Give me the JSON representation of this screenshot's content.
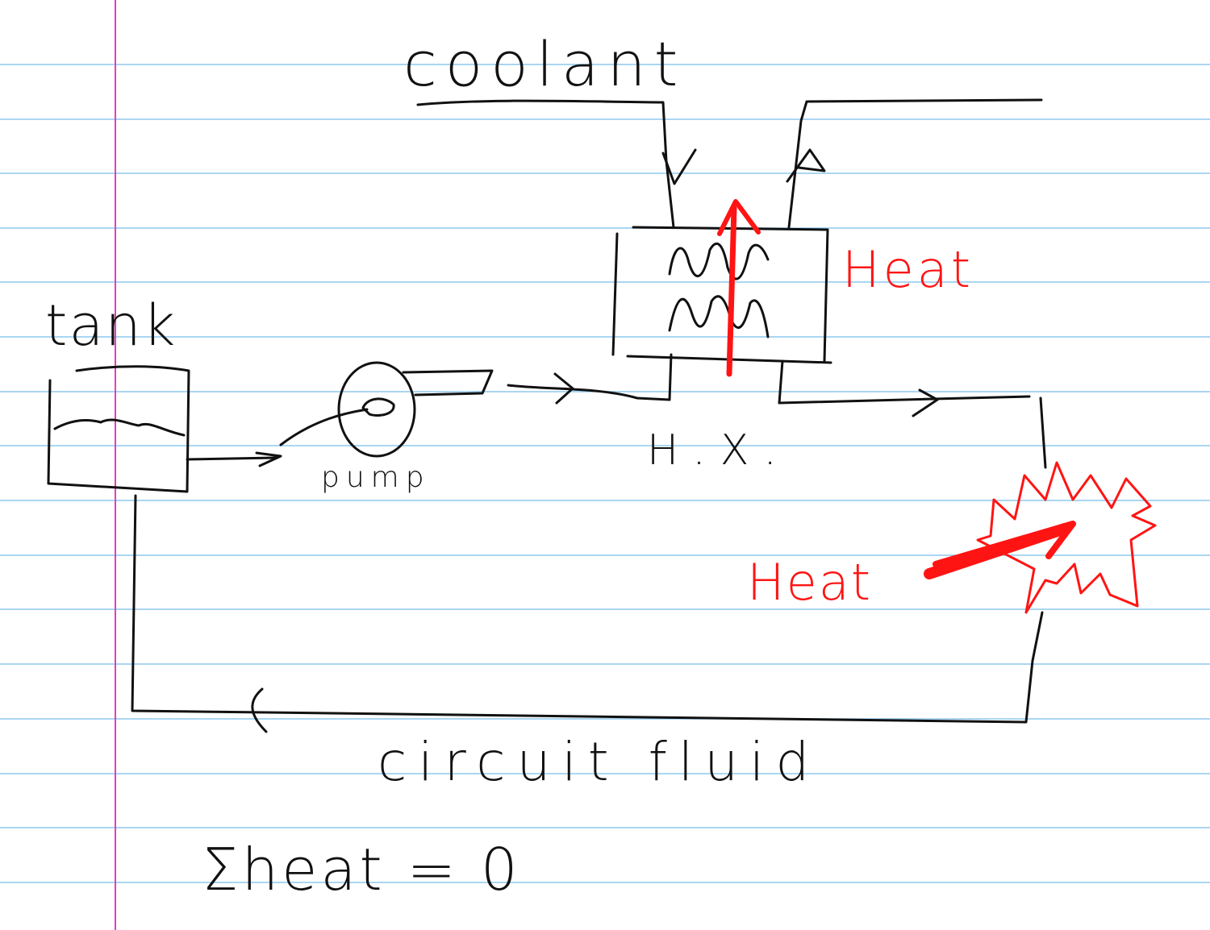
{
  "diagram": {
    "labels": {
      "coolant": "coolant",
      "tank": "tank",
      "pump": "pump",
      "heat_exchanger": "H.X.",
      "heat_at_exchanger": "Heat",
      "heat_at_source": "Heat",
      "circuit_fluid": "circuit fluid",
      "equation": "Σheat = 0"
    },
    "colors": {
      "ink": "#111111",
      "heat": "#ff1414",
      "ruled_line": "#8ec8ee",
      "margin_line": "#e040c0",
      "paper": "#ffffff"
    }
  }
}
